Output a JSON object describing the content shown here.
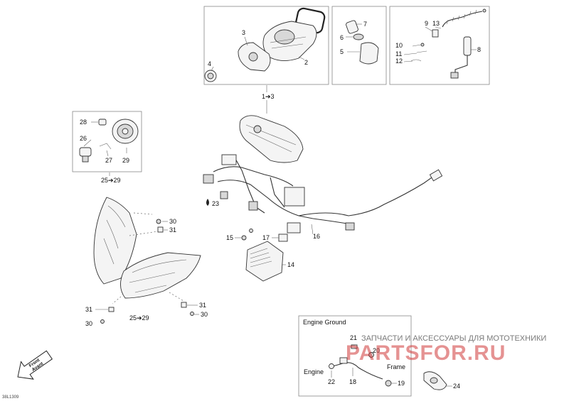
{
  "callouts": {
    "c1": "1",
    "c2": "2",
    "c3": "3",
    "c4": "4",
    "c5": "5",
    "c6": "6",
    "c7": "7",
    "c8": "8",
    "c9": "9",
    "c10": "10",
    "c11": "11",
    "c12": "12",
    "c13": "13",
    "c14": "14",
    "c15": "15",
    "c16": "16",
    "c17": "17",
    "c18": "18",
    "c19": "19",
    "c20": "20",
    "c21": "21",
    "c22": "22",
    "c23": "23",
    "c24": "24",
    "c26": "26",
    "c27": "27",
    "c28": "28",
    "c29": "29",
    "c30a": "30",
    "c30b": "30",
    "c30c": "30",
    "c31a": "31",
    "c31b": "31",
    "c31c": "31",
    "ref1to3": "1➔3",
    "ref25a": "25➔29",
    "ref25b": "25➔29"
  },
  "inset": {
    "title": "Engine Ground",
    "engine_label": "Engine",
    "frame_label": "Frame"
  },
  "arrow": {
    "line1": "Front",
    "line2": "Avant"
  },
  "watermark": {
    "caption": "ЗАПЧАСТИ И АКСЕССУАРЫ ДЛЯ МОТОТЕХНИКИ",
    "logo": "PARTSFOR.RU"
  },
  "doc_id": "38L1309",
  "colors": {
    "watermark_red": "#d03a3a",
    "line": "#333333"
  }
}
